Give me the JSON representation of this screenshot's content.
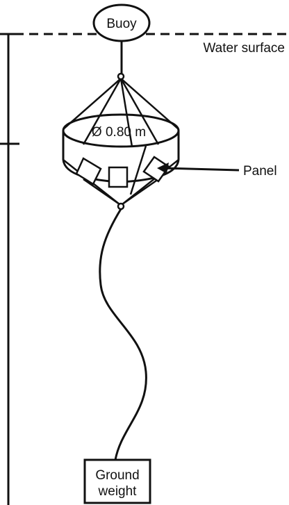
{
  "labels": {
    "buoy": "Buoy",
    "water_surface": "Water surface",
    "diameter": "Ø 0.80 m",
    "panel": "Panel",
    "ground_weight_line1": "Ground",
    "ground_weight_line2": "weight"
  },
  "colors": {
    "line": "#111111",
    "background": "#ffffff"
  }
}
